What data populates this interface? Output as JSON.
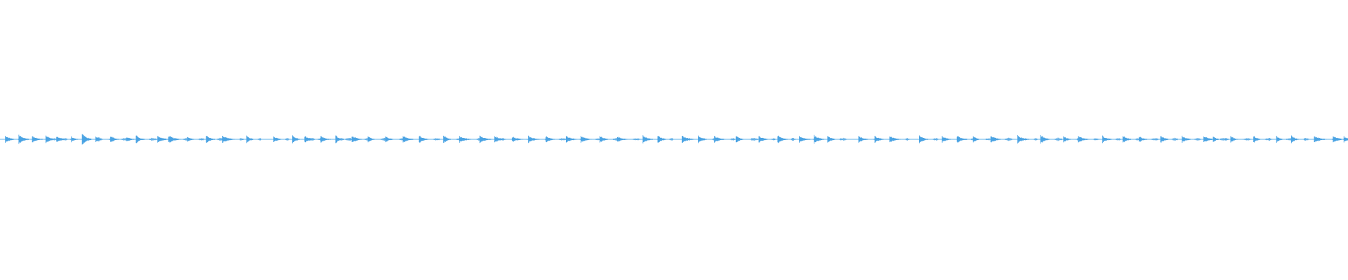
{
  "waveform": {
    "color": "#4aa3e3",
    "baseline_color": "#5db0ea",
    "background": "#ffffff",
    "bursts": [
      [
        0.004,
        0.8
      ],
      [
        0.014,
        1.1
      ],
      [
        0.024,
        0.6
      ],
      [
        0.034,
        0.9
      ],
      [
        0.042,
        0.7
      ],
      [
        0.053,
        0.5
      ],
      [
        0.061,
        1.3
      ],
      [
        0.071,
        0.6
      ],
      [
        0.082,
        0.8
      ],
      [
        0.094,
        0.4
      ],
      [
        0.101,
        1.0
      ],
      [
        0.117,
        0.7
      ],
      [
        0.125,
        0.8
      ],
      [
        0.139,
        0.6
      ],
      [
        0.153,
        0.9
      ],
      [
        0.165,
        0.7
      ],
      [
        0.183,
        0.8
      ],
      [
        0.203,
        0.6
      ],
      [
        0.217,
        0.9
      ],
      [
        0.226,
        0.7
      ],
      [
        0.238,
        0.6
      ],
      [
        0.249,
        0.9
      ],
      [
        0.261,
        0.8
      ],
      [
        0.273,
        0.7
      ],
      [
        0.286,
        0.6
      ],
      [
        0.299,
        0.7
      ],
      [
        0.311,
        0.8
      ],
      [
        0.329,
        0.9
      ],
      [
        0.341,
        0.6
      ],
      [
        0.356,
        0.7
      ],
      [
        0.367,
        0.6
      ],
      [
        0.38,
        0.5
      ],
      [
        0.392,
        0.7
      ],
      [
        0.405,
        0.6
      ],
      [
        0.42,
        0.7
      ],
      [
        0.431,
        0.6
      ],
      [
        0.445,
        0.7
      ],
      [
        0.458,
        0.5
      ],
      [
        0.477,
        0.8
      ],
      [
        0.488,
        0.9
      ],
      [
        0.506,
        0.7
      ],
      [
        0.518,
        0.8
      ],
      [
        0.53,
        0.6
      ],
      [
        0.546,
        0.9
      ],
      [
        0.563,
        0.7
      ],
      [
        0.577,
        0.8
      ],
      [
        0.593,
        0.6
      ],
      [
        0.604,
        0.9
      ],
      [
        0.614,
        0.8
      ],
      [
        0.637,
        0.6
      ],
      [
        0.649,
        0.7
      ],
      [
        0.66,
        0.6
      ],
      [
        0.682,
        0.8
      ],
      [
        0.699,
        0.6
      ],
      [
        0.71,
        0.7
      ],
      [
        0.722,
        0.6
      ],
      [
        0.735,
        0.9
      ],
      [
        0.755,
        0.8
      ],
      [
        0.772,
        1.0
      ],
      [
        0.789,
        0.7
      ],
      [
        0.8,
        0.6
      ],
      [
        0.818,
        0.7
      ],
      [
        0.833,
        0.8
      ],
      [
        0.845,
        0.6
      ],
      [
        0.861,
        0.9
      ],
      [
        0.877,
        0.7
      ],
      [
        0.893,
        0.6
      ],
      [
        0.9,
        0.7
      ],
      [
        0.913,
        0.6
      ],
      [
        0.93,
        0.8
      ],
      [
        0.947,
        0.7
      ],
      [
        0.958,
        0.8
      ],
      [
        0.975,
        0.6
      ],
      [
        0.989,
        0.7
      ],
      [
        0.997,
        0.5
      ]
    ]
  }
}
